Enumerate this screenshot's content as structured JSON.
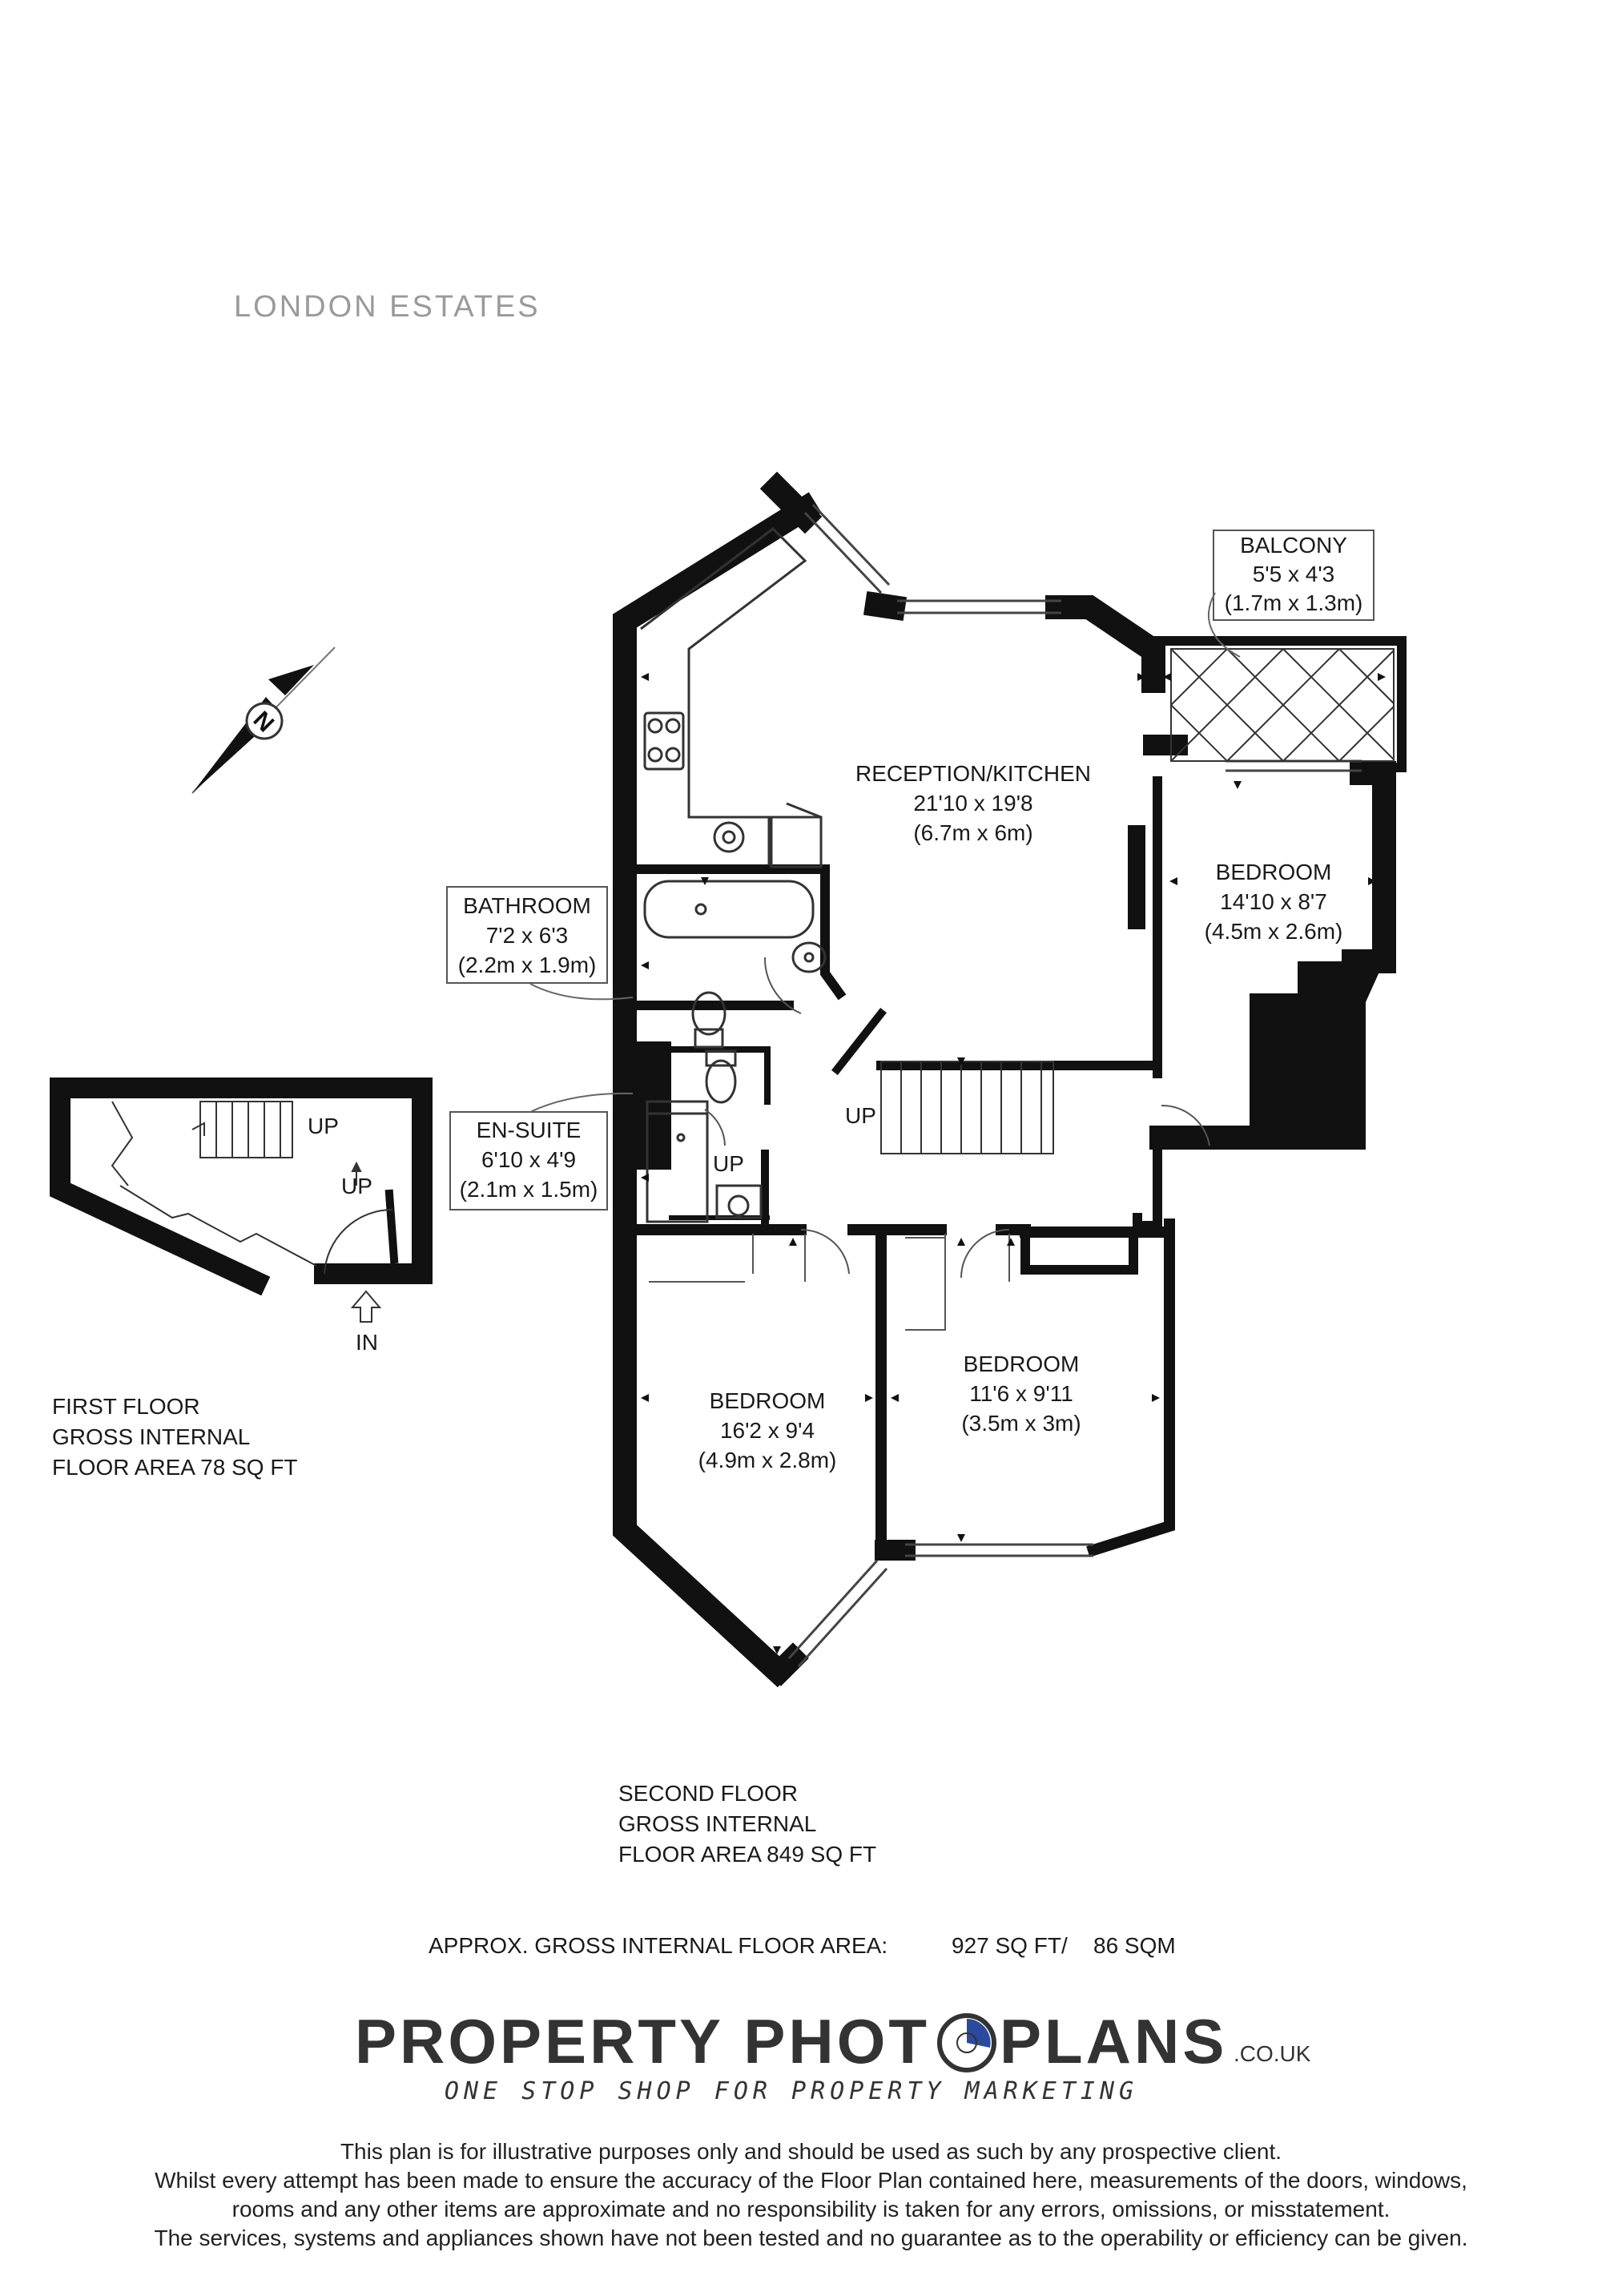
{
  "agency": "LONDON ESTATES",
  "compass_label": "N",
  "rooms": {
    "reception_kitchen": {
      "name": "RECEPTION/KITCHEN",
      "imperial": "21'10 x 19'8",
      "metric": "(6.7m x 6m)"
    },
    "bedroom_right": {
      "name": "BEDROOM",
      "imperial": "14'10 x 8'7",
      "metric": "(4.5m x 2.6m)"
    },
    "balcony": {
      "name": "BALCONY",
      "imperial": "5'5 x 4'3",
      "metric": "(1.7m x 1.3m)"
    },
    "bathroom": {
      "name": "BATHROOM",
      "imperial": "7'2 x 6'3",
      "metric": "(2.2m x 1.9m)"
    },
    "ensuite": {
      "name": "EN-SUITE",
      "imperial": "6'10 x 4'9",
      "metric": "(2.1m x 1.5m)"
    },
    "bedroom_left": {
      "name": "BEDROOM",
      "imperial": "16'2 x 9'4",
      "metric": "(4.9m x 2.8m)"
    },
    "bedroom_middle": {
      "name": "BEDROOM",
      "imperial": "11'6 x 9'11",
      "metric": "(3.5m x 3m)"
    }
  },
  "stair_labels": {
    "up": "UP",
    "in": "IN"
  },
  "first_floor": {
    "line1": "FIRST FLOOR",
    "line2": "GROSS INTERNAL",
    "line3": "FLOOR AREA 78 SQ FT"
  },
  "second_floor": {
    "line1": "SECOND FLOOR",
    "line2": "GROSS INTERNAL",
    "line3": "FLOOR AREA 849 SQ FT"
  },
  "total_area": {
    "label": "APPROX. GROSS INTERNAL FLOOR AREA:",
    "sqft": "927 SQ FT/",
    "sqm": "86 SQM"
  },
  "brand": {
    "name_left": "PROPERTY PHOT",
    "name_right": "PLANS",
    "suffix": ".CO.UK",
    "tagline": "ONE STOP SHOP FOR PROPERTY MARKETING"
  },
  "disclaimer": [
    "This plan is for illustrative purposes only and should be used as such by any prospective client.",
    "Whilst every attempt has been made to ensure the accuracy of the Floor Plan contained here, measurements of the doors, windows,",
    "rooms and any other items are approximate and no responsibility is taken for any errors, omissions, or misstatement.",
    "The services, systems and appliances shown have not been tested and no guarantee as to the operability or efficiency can be given."
  ]
}
